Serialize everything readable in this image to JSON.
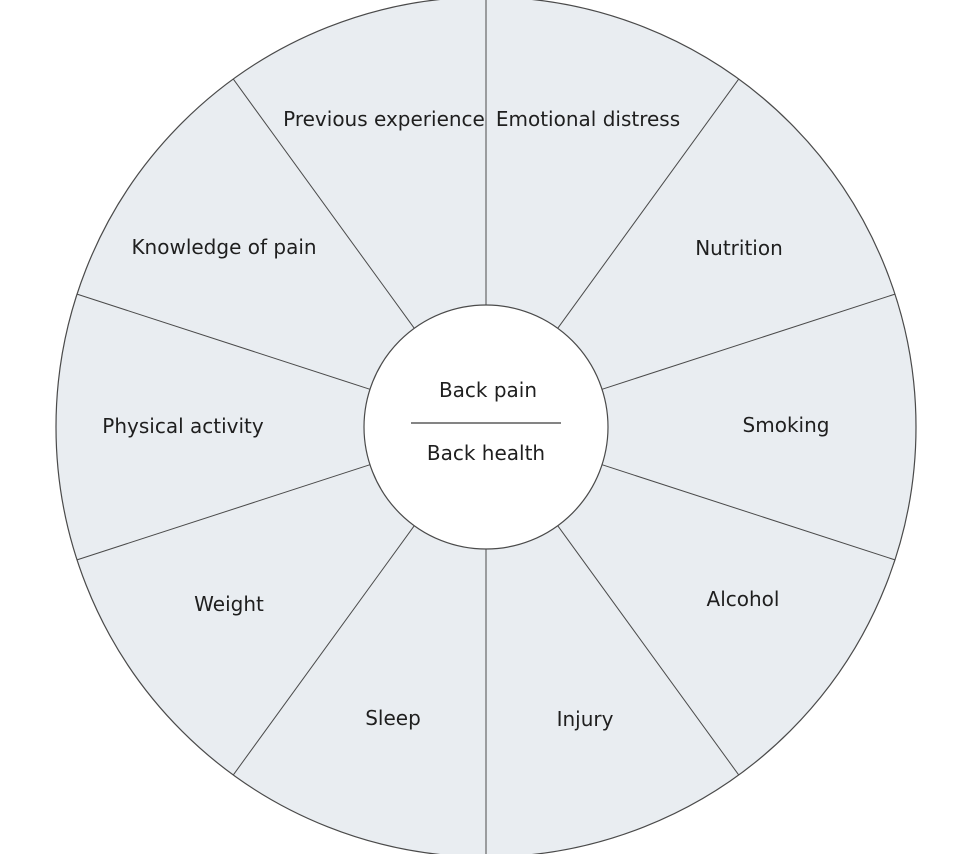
{
  "center": {
    "top_label": "Back pain",
    "bottom_label": "Back health"
  },
  "segments": [
    "Previous experience",
    "Emotional distress",
    "Nutrition",
    "Smoking",
    "Alcohol",
    "Injury",
    "Sleep",
    "Weight",
    "Physical activity",
    "Knowledge of pain"
  ],
  "colors": {
    "segment_fill": "#e9edf1",
    "line": "#4a4a4a",
    "center_fill": "#ffffff",
    "text": "#1f1f1f"
  }
}
